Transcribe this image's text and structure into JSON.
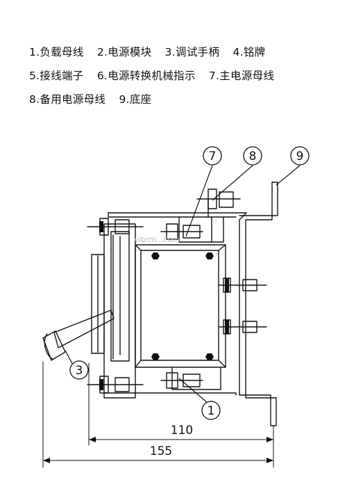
{
  "legend": {
    "line1": [
      "1.负载母线",
      "2.电源模块",
      "3.调试手柄",
      "4.铭牌"
    ],
    "line2": [
      "5.接线端子",
      "6.电源转换机械指示",
      "7.主电源母线"
    ],
    "line3": [
      "8.备用电源母线",
      "9.底座"
    ]
  },
  "callouts": {
    "c7": "7",
    "c8": "8",
    "c9": "9",
    "c3": "3",
    "c1": "1"
  },
  "dimensions": {
    "inner": "110",
    "outer": "155"
  },
  "watermark": "vibrm...com"
}
